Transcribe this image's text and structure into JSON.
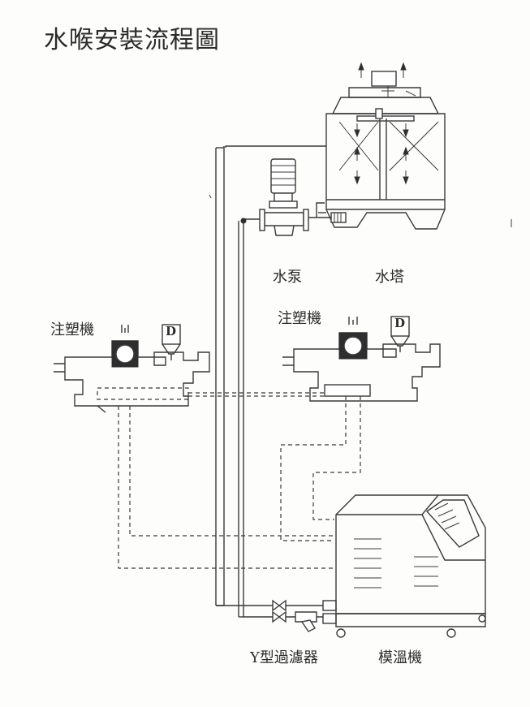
{
  "title": "水喉安裝流程圖",
  "labels": {
    "pump": "水泵",
    "tower": "水塔",
    "injection_left": "注塑機",
    "injection_right": "注塑機",
    "y_filter": "Y型過濾器",
    "mold_temp": "模溫機",
    "d_left": "D",
    "d_right": "D"
  }
}
